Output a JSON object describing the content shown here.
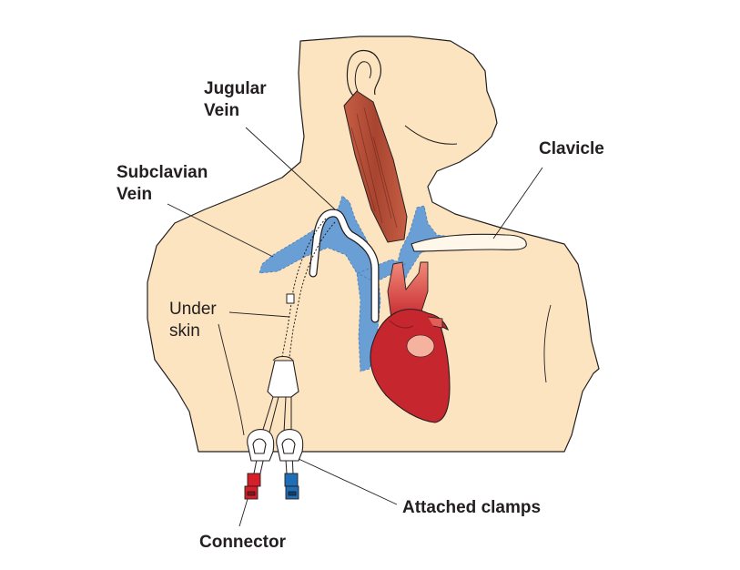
{
  "labels": {
    "jugular_line1": "Jugular",
    "jugular_line2": "Vein",
    "subclavian_line1": "Subclavian",
    "subclavian_line2": "Vein",
    "clavicle": "Clavicle",
    "under_skin_line1": "Under",
    "under_skin_line2": "skin",
    "connector": "Connector",
    "clamps": "Attached clamps"
  },
  "colors": {
    "skin": "#fce4c0",
    "outline": "#231f20",
    "vein_blue": "#6a9fd6",
    "artery_red": "#c6262e",
    "muscle": "#b85038",
    "connector_red": "#d71f2a",
    "connector_blue": "#1e6fb5"
  }
}
